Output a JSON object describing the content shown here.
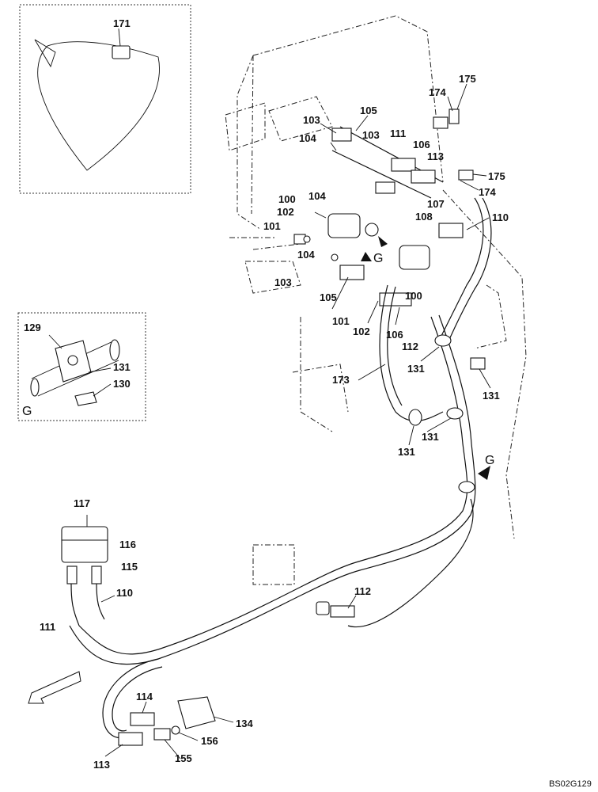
{
  "figure_code": "BS02G129",
  "detail_letter": "G",
  "labels": {
    "l171": "171",
    "l175a": "175",
    "l174a": "174",
    "l105a": "105",
    "l103a": "103",
    "l111a": "111",
    "l103b": "103",
    "l104a": "104",
    "l106a": "106",
    "l113a": "113",
    "l175b": "175",
    "l174b": "174",
    "l100a": "100",
    "l104b": "104",
    "l102a": "102",
    "l107": "107",
    "l110a": "110",
    "l101a": "101",
    "l108": "108",
    "l104c": "104",
    "l103c": "103",
    "l105b": "105",
    "l100b": "100",
    "l101b": "101",
    "l102b": "102",
    "l106b": "106",
    "l112a": "112",
    "l173": "173",
    "l131a": "131",
    "l131b": "131",
    "l131c": "131",
    "l131d": "131",
    "l129": "129",
    "l131e": "131",
    "l130": "130",
    "l117": "117",
    "l116": "116",
    "l115": "115",
    "l110b": "110",
    "l111b": "111",
    "l112b": "112",
    "l114": "114",
    "l134": "134",
    "l156": "156",
    "l113b": "113",
    "l155": "155"
  }
}
